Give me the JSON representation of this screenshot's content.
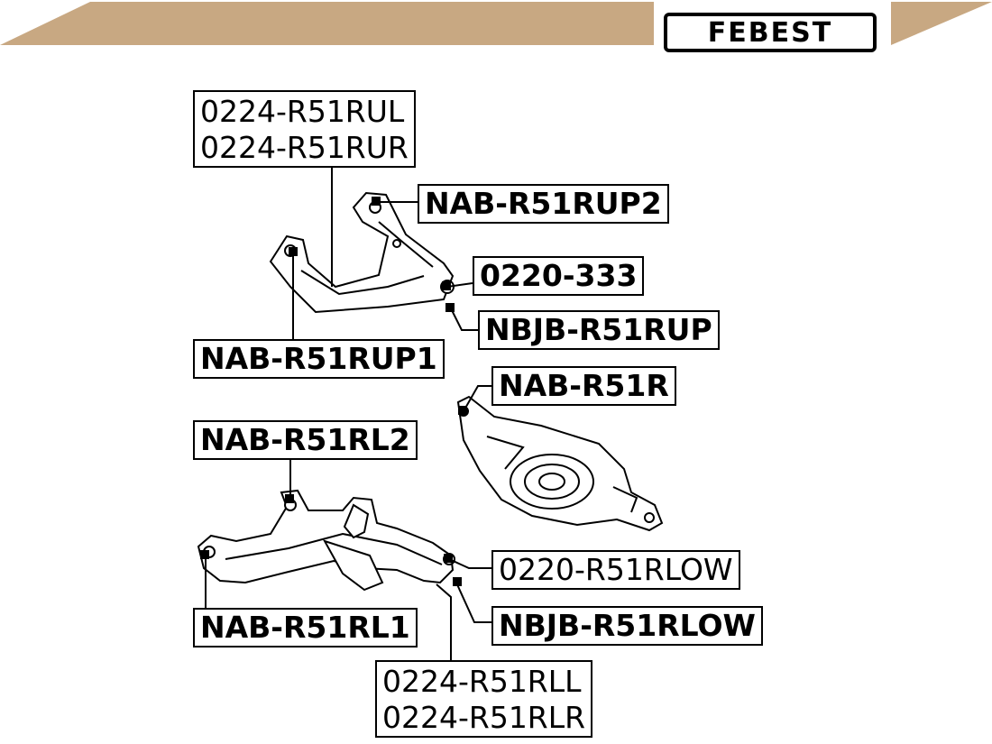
{
  "brand": {
    "logo_text": "FEBEST",
    "banner_color": "#c8a882"
  },
  "labels": {
    "upper_arm_ul": "0224-R51RUL",
    "upper_arm_ur": "0224-R51RUR",
    "bushing_rup2": "NAB-R51RUP2",
    "ball_joint_333": "0220-333",
    "boot_rup": "NBJB-R51RUP",
    "bushing_rup1": "NAB-R51RUP1",
    "bushing_r": "NAB-R51R",
    "bushing_rl2": "NAB-R51RL2",
    "ball_joint_rlow": "0220-R51RLOW",
    "bushing_rl1": "NAB-R51RL1",
    "boot_rlow": "NBJB-R51RLOW",
    "lower_arm_ll": "0224-R51RLL",
    "lower_arm_lr": "0224-R51RLR"
  }
}
